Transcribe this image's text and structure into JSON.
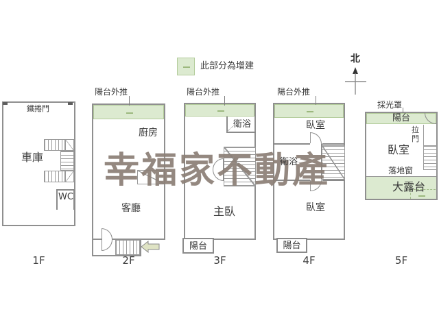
{
  "legend": {
    "label": "此部分為增建"
  },
  "compass": {
    "north": "北"
  },
  "watermark": {
    "text": "幸福家不動產"
  },
  "floors": {
    "f1": {
      "label": "1F",
      "rolling_door": "鐵捲門",
      "garage": "車庫",
      "wc": "WC"
    },
    "f2": {
      "label": "2F",
      "balcony_pushout": "陽台外推",
      "kitchen": "廚房",
      "living_room": "客廳"
    },
    "f3": {
      "label": "3F",
      "balcony_pushout": "陽台外推",
      "bathroom": "衛浴",
      "master_bedroom": "主臥",
      "balcony": "陽台"
    },
    "f4": {
      "label": "4F",
      "balcony_pushout": "陽台外推",
      "bedroom_upper": "臥室",
      "bathroom": "衛浴",
      "bedroom_lower": "臥室",
      "balcony": "陽台"
    },
    "f5": {
      "label": "5F",
      "skylight_cover": "採光罩",
      "balcony": "陽台",
      "sliding_door": "拉門",
      "bedroom": "臥室",
      "french_window": "落地窗",
      "terrace": "大露台"
    }
  },
  "colors": {
    "addition_green": "#dcead0",
    "addition_green_border": "#b3cc9b",
    "wall_gray": "#8f8f8f",
    "watermark_brown": "#8c8077",
    "arrow_fill": "#dfe3c4"
  }
}
